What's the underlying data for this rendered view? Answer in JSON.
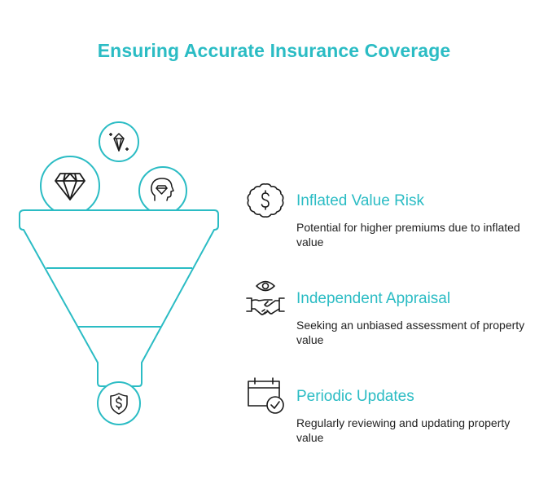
{
  "title": "Ensuring Accurate Insurance Coverage",
  "colors": {
    "accent": "#2bbcc4",
    "icon_stroke": "#1a1a1a",
    "text": "#222222"
  },
  "funnel": {
    "inputs": [
      {
        "icon": "sparkle-diamond-icon"
      },
      {
        "icon": "diamond-icon"
      },
      {
        "icon": "head-diamond-icon"
      }
    ],
    "output": {
      "icon": "shield-dollar-icon"
    }
  },
  "items": [
    {
      "icon": "dollar-badge-icon",
      "heading": "Inflated Value Risk",
      "description": "Potential for higher premiums due to inflated value"
    },
    {
      "icon": "eye-handshake-icon",
      "heading": "Independent Appraisal",
      "description": "Seeking an unbiased assessment of property value"
    },
    {
      "icon": "calendar-check-icon",
      "heading": "Periodic Updates",
      "description": "Regularly reviewing and updating property value"
    }
  ]
}
